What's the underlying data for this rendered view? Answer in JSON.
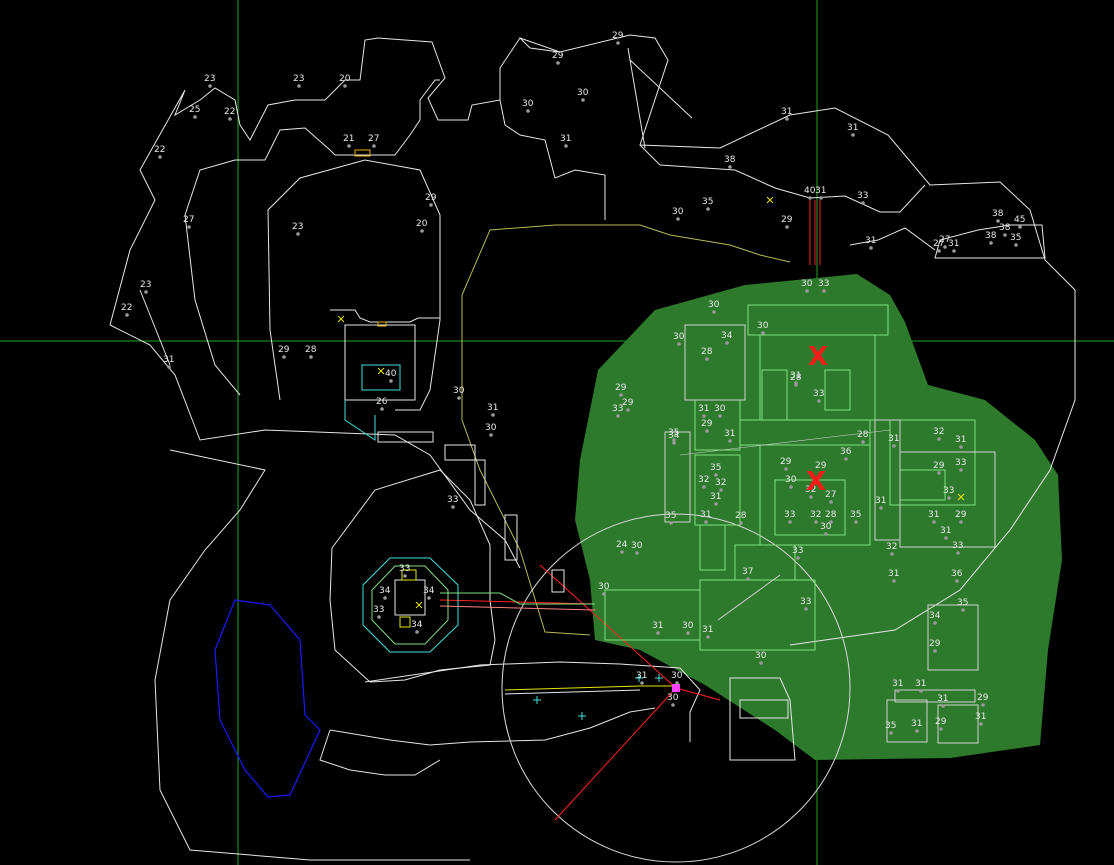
{
  "map": {
    "title": "",
    "colors": {
      "background": "#000000",
      "wall": "#e6e6e6",
      "grid": "#1fa31f",
      "region_fill": "#2d7a2d",
      "inner_wall": "#7fe07f",
      "water": "#1a1aff",
      "laser": "#ff2020",
      "marker": "#ff1a1a",
      "accent_cyan": "#40e0e0",
      "accent_yellow": "#e6e600"
    },
    "markers": [
      {
        "label": "X",
        "name": "objective-marker-north"
      },
      {
        "label": "X",
        "name": "objective-marker-center"
      }
    ],
    "elevation_labels": [
      "29",
      "29",
      "30",
      "30",
      "31",
      "23",
      "23",
      "20",
      "25",
      "22",
      "22",
      "23",
      "21",
      "27",
      "29",
      "20",
      "27",
      "23",
      "22",
      "31",
      "29",
      "28",
      "40",
      "26",
      "30",
      "31",
      "30",
      "33",
      "33",
      "34",
      "33",
      "34",
      "34",
      "30",
      "31",
      "30",
      "31",
      "40",
      "31",
      "33",
      "31",
      "29",
      "35",
      "30",
      "38",
      "38",
      "45",
      "38",
      "38",
      "35",
      "27",
      "27",
      "31",
      "31",
      "30",
      "33",
      "30",
      "34",
      "28",
      "30",
      "30",
      "31",
      "33",
      "29",
      "29",
      "34",
      "31",
      "33",
      "31",
      "30",
      "35",
      "32",
      "32",
      "31",
      "29",
      "31",
      "28",
      "28",
      "31",
      "35",
      "29",
      "30",
      "32",
      "32",
      "35",
      "36",
      "29",
      "27",
      "28",
      "30",
      "31",
      "32",
      "31",
      "29",
      "33",
      "33",
      "31",
      "29",
      "31",
      "32",
      "31",
      "36",
      "35",
      "28",
      "33",
      "37",
      "33",
      "33",
      "33",
      "34",
      "29",
      "35",
      "31",
      "31",
      "35",
      "31",
      "31",
      "29",
      "29",
      "31",
      "30",
      "31",
      "30",
      "31",
      "24",
      "30",
      "30"
    ]
  }
}
